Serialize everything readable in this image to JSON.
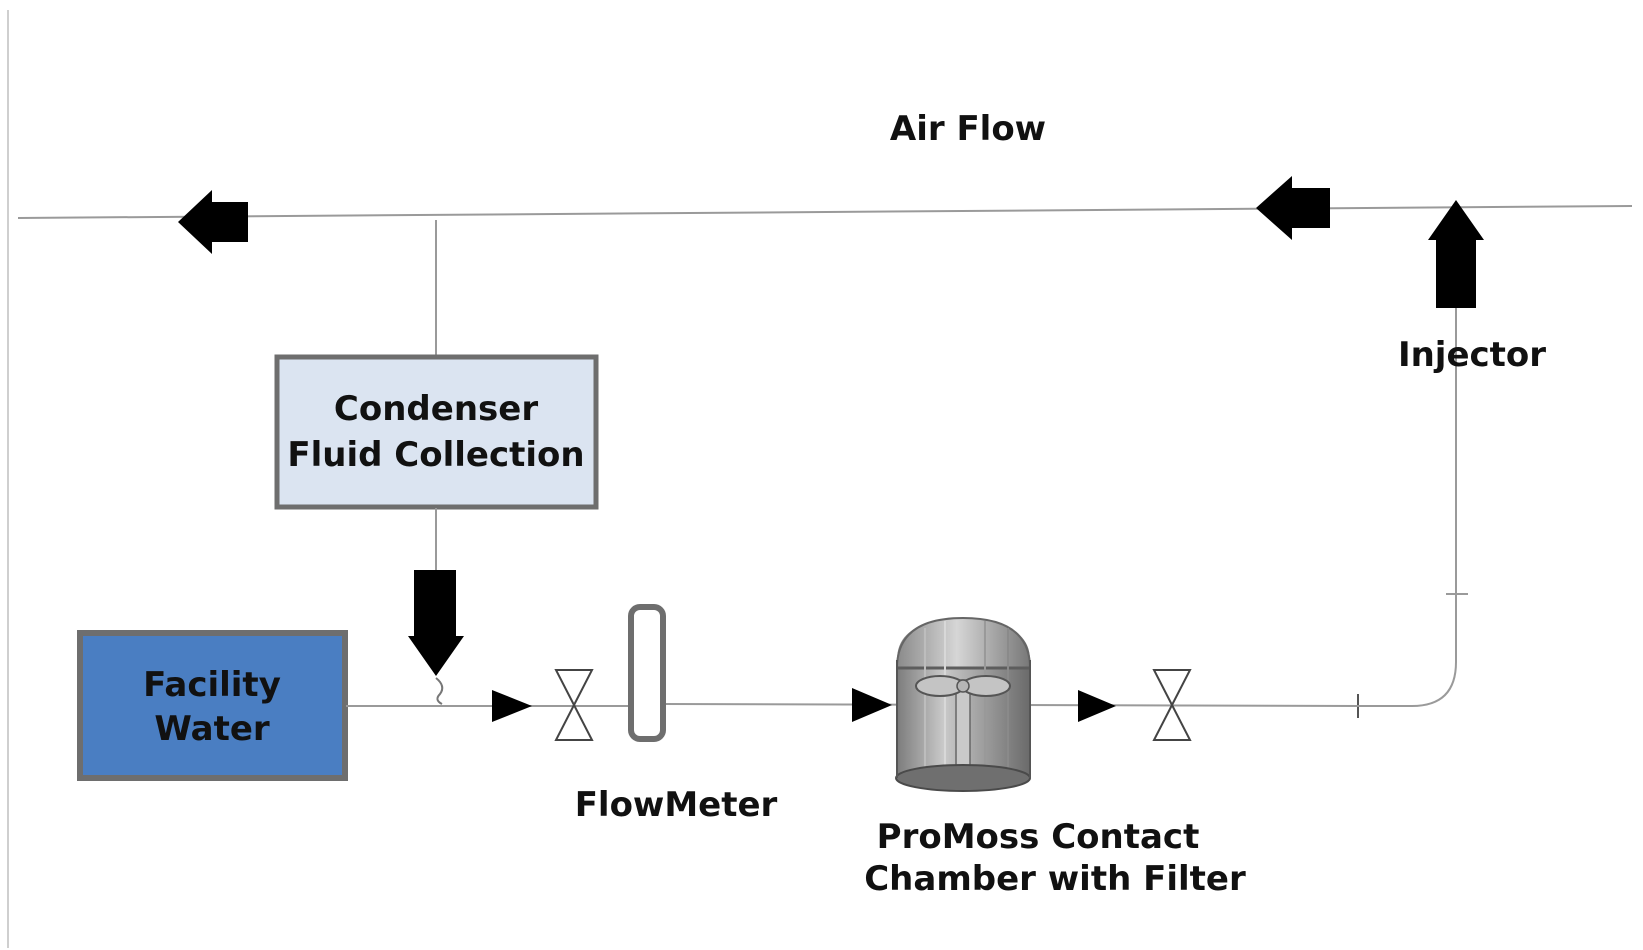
{
  "labels": {
    "air_flow": "Air Flow",
    "injector": "Injector",
    "condenser_line1": "Condenser",
    "condenser_line2": "Fluid Collection",
    "facility_line1": "Facility",
    "facility_line2": "Water",
    "flowmeter": "FlowMeter",
    "chamber_line1": "ProMoss Contact",
    "chamber_line2": "Chamber with Filter"
  },
  "colors": {
    "pipe": "#9a9a9a",
    "arrow": "#000000",
    "condenser_fill": "#dbe4f1",
    "box_border": "#6e6e6e",
    "facility_fill": "#4a7ec2",
    "tank_body": "#a8a8a8",
    "tank_dark": "#6f6f6f"
  }
}
